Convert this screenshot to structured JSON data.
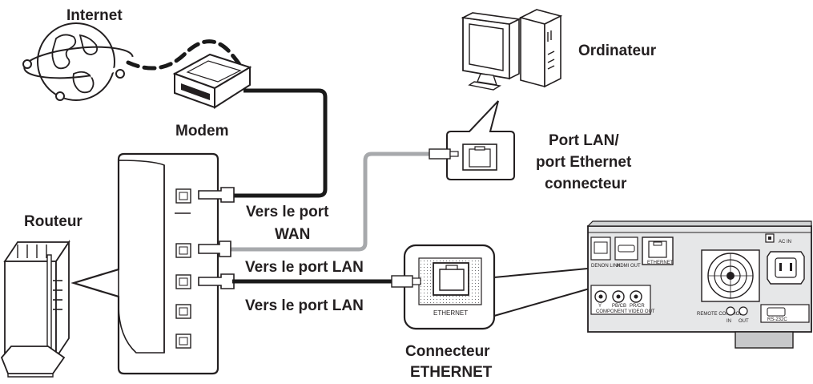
{
  "labels": {
    "internet": "Internet",
    "modem": "Modem",
    "computer": "Ordinateur",
    "lan_port_1": "Port LAN/",
    "lan_port_2": "port Ethernet",
    "lan_port_3": "connecteur",
    "router": "Routeur",
    "to_wan_1": "Vers le port",
    "to_wan_2": "WAN",
    "to_lan_a": "Vers le port LAN",
    "to_lan_b": "Vers le port LAN",
    "connector_1": "Connecteur",
    "connector_2": "ETHERNET",
    "ethernet_port_label": "ETHERNET"
  },
  "device_panel": {
    "denon_link": "DENON LINK",
    "hdmi_out": "HDMI OUT",
    "ethernet": "ETHERNET",
    "ac_in": "AC IN",
    "component_video_out": "COMPONENT VIDEO OUT",
    "y": "Y",
    "pb_cb": "PB/CB",
    "pr_cr": "PR/CR",
    "remote_control": "REMOTE CONTROL",
    "rs232c": "RS-232C",
    "ir_in": "IN",
    "ir_out": "OUT"
  },
  "colors": {
    "line": "#231f20",
    "gray_cable": "#a7a9ac",
    "black_cable": "#1a1a1a",
    "device_fill": "#e6e7e8"
  }
}
